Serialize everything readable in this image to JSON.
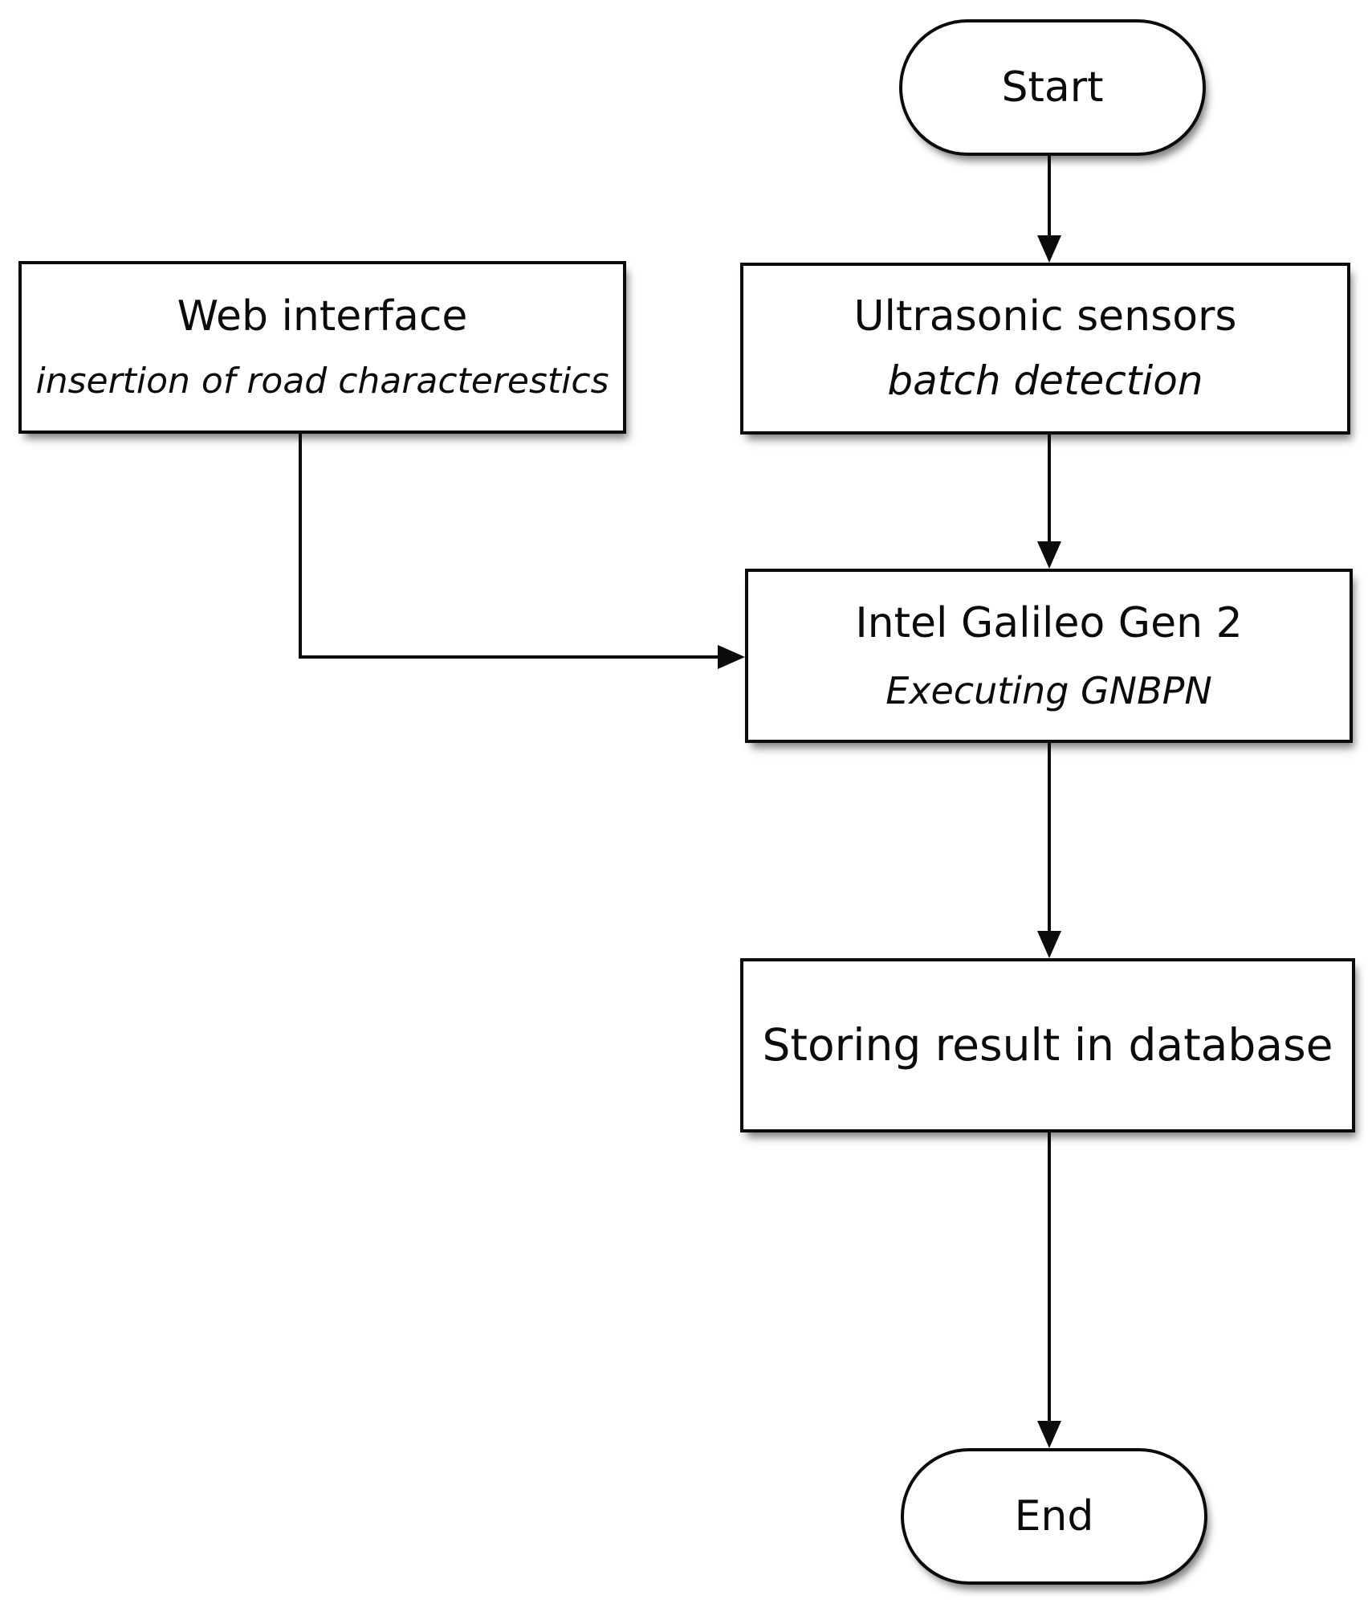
{
  "figure": {
    "kind": "flowchart",
    "background": "#ffffff",
    "border_color": "#0b0b0b",
    "node_fill": "#ffffff",
    "text_color": "#0b0b0b"
  },
  "nodes": {
    "start": {
      "label": "Start",
      "shape": "terminator"
    },
    "ultrasonic": {
      "title": "Ultrasonic sensors",
      "subtitle": "batch detection",
      "shape": "process"
    },
    "web_interface": {
      "title": "Web interface",
      "subtitle": "insertion of road characterestics",
      "shape": "process"
    },
    "galileo": {
      "title": "Intel Galileo Gen 2",
      "subtitle": "Executing GNBPN",
      "shape": "process"
    },
    "storing": {
      "title": "Storing result in database",
      "shape": "process"
    },
    "end": {
      "label": "End",
      "shape": "terminator"
    }
  },
  "edges": [
    {
      "from": "start",
      "to": "ultrasonic"
    },
    {
      "from": "ultrasonic",
      "to": "galileo"
    },
    {
      "from": "web_interface",
      "to": "galileo"
    },
    {
      "from": "galileo",
      "to": "storing"
    },
    {
      "from": "storing",
      "to": "end"
    }
  ]
}
